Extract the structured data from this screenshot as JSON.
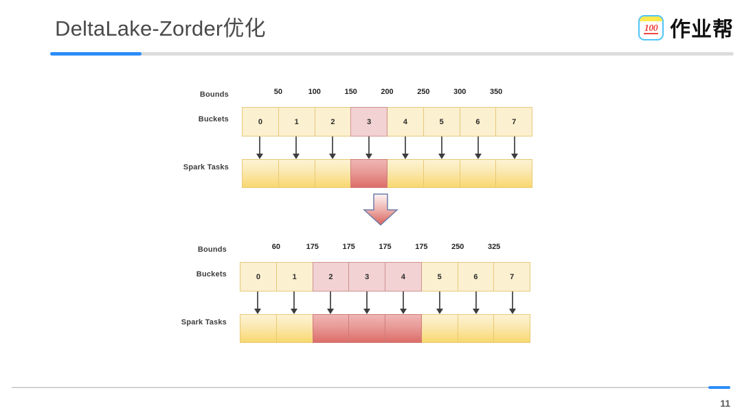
{
  "header": {
    "title": "DeltaLake-Zorder优化",
    "accent_color": "#2b8cf7",
    "rule_color": "#dcdcdc"
  },
  "logo": {
    "badge_text": "100",
    "brand_text": "作业帮",
    "badge_border_color": "#4fc3f7",
    "badge_top_color": "#ffe94d",
    "badge_text_color": "#f0443e"
  },
  "footer": {
    "page_number": "11",
    "accent_color": "#2b8cf7",
    "rule_color": "#d3d3d3"
  },
  "colors": {
    "bucket_fill": "#fbf0cf",
    "bucket_border": "#e5c97a",
    "bucket_hot_fill": "#f2d2d2",
    "bucket_hot_border": "#d08f8f",
    "task_fill_top": "#fdf3d4",
    "task_fill_bottom": "#f8d86f",
    "task_hot_fill_top": "#efb6b4",
    "task_hot_fill_bottom": "#dd6d68",
    "arrow_color": "#3c3c3c",
    "big_arrow_top": "#fbeeee",
    "big_arrow_bottom": "#d8635c",
    "big_arrow_border": "#6c7ca8"
  },
  "diagrams": [
    {
      "id": "before",
      "labels": {
        "bounds": "Bounds",
        "buckets": "Buckets",
        "tasks": "Spark Tasks"
      },
      "bounds": [
        "50",
        "100",
        "150",
        "200",
        "250",
        "300",
        "350"
      ],
      "buckets": [
        {
          "label": "0",
          "hot": false
        },
        {
          "label": "1",
          "hot": false
        },
        {
          "label": "2",
          "hot": false
        },
        {
          "label": "3",
          "hot": true
        },
        {
          "label": "4",
          "hot": false
        },
        {
          "label": "5",
          "hot": false
        },
        {
          "label": "6",
          "hot": false
        },
        {
          "label": "7",
          "hot": false
        }
      ],
      "tasks": [
        {
          "label": "",
          "hot": false
        },
        {
          "label": "",
          "hot": false
        },
        {
          "label": "",
          "hot": false
        },
        {
          "label": "",
          "hot": true
        },
        {
          "label": "",
          "hot": false
        },
        {
          "label": "",
          "hot": false
        },
        {
          "label": "",
          "hot": false
        },
        {
          "label": "",
          "hot": false
        }
      ]
    },
    {
      "id": "after",
      "labels": {
        "bounds": "Bounds",
        "buckets": "Buckets",
        "tasks": "Spark Tasks"
      },
      "bounds": [
        "60",
        "175",
        "175",
        "175",
        "175",
        "250",
        "325"
      ],
      "buckets": [
        {
          "label": "0",
          "hot": false
        },
        {
          "label": "1",
          "hot": false
        },
        {
          "label": "2",
          "hot": true
        },
        {
          "label": "3",
          "hot": true
        },
        {
          "label": "4",
          "hot": true
        },
        {
          "label": "5",
          "hot": false
        },
        {
          "label": "6",
          "hot": false
        },
        {
          "label": "7",
          "hot": false
        }
      ],
      "tasks": [
        {
          "label": "",
          "hot": false
        },
        {
          "label": "",
          "hot": false
        },
        {
          "label": "",
          "hot": true
        },
        {
          "label": "",
          "hot": true
        },
        {
          "label": "",
          "hot": true
        },
        {
          "label": "",
          "hot": false
        },
        {
          "label": "",
          "hot": false
        },
        {
          "label": "",
          "hot": false
        }
      ]
    }
  ]
}
